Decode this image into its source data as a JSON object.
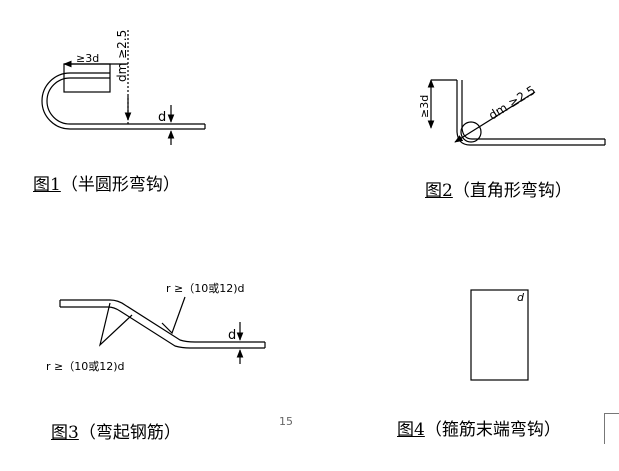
{
  "fig1": {
    "num": "图1",
    "caption": "（半圆形弯钩）",
    "label_3d": "≥3d",
    "label_dm": "dm ≥2.5",
    "label_d": "d"
  },
  "fig2": {
    "num": "图2",
    "caption": "（直角形弯钩）",
    "label_3d": "≥3d",
    "label_dm": "dm ≥2.5"
  },
  "fig3": {
    "num": "图3",
    "caption": "（弯起钢筋）",
    "label_r_top": "r ≥（10或12)d",
    "label_r_bottom": "r ≥（10或12)d",
    "label_d": "d"
  },
  "fig4": {
    "num": "图4",
    "caption": "（箍筋末端弯钩）",
    "label_d": "d"
  },
  "page_number": "15"
}
